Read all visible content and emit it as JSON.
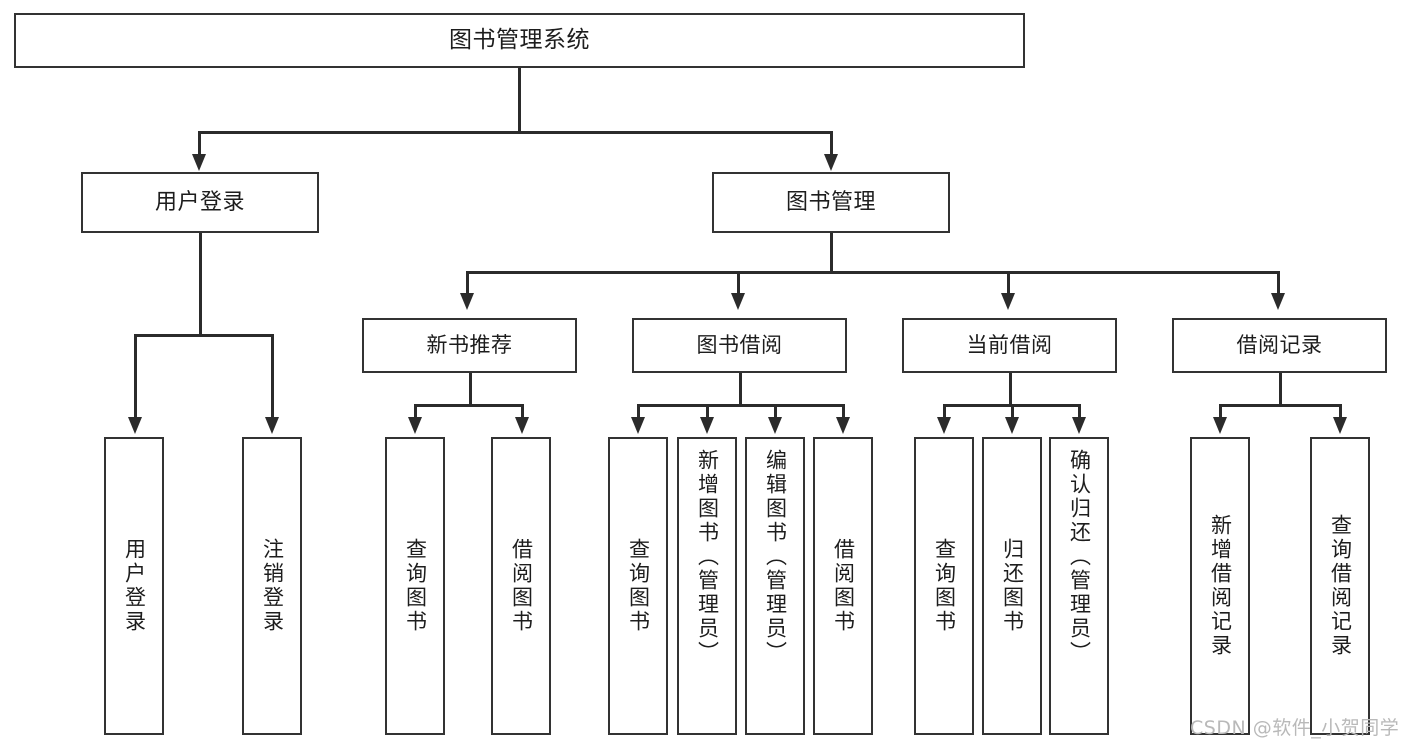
{
  "diagram": {
    "type": "tree-hierarchy",
    "root": {
      "label": "图书管理系统"
    },
    "level1": [
      {
        "label": "用户登录"
      },
      {
        "label": "图书管理"
      }
    ],
    "level2": [
      {
        "label": "新书推荐"
      },
      {
        "label": "图书借阅"
      },
      {
        "label": "当前借阅"
      },
      {
        "label": "借阅记录"
      }
    ],
    "leaves": {
      "user_login": [
        {
          "label": "用户登录"
        },
        {
          "label": "注销登录"
        }
      ],
      "new_book_recommend": [
        {
          "label": "查询图书"
        },
        {
          "label": "借阅图书"
        }
      ],
      "book_borrow": [
        {
          "label": "查询图书"
        },
        {
          "label": "新增图书（管理员）"
        },
        {
          "label": "编辑图书（管理员）"
        },
        {
          "label": "借阅图书"
        }
      ],
      "current_borrow": [
        {
          "label": "查询图书"
        },
        {
          "label": "归还图书"
        },
        {
          "label": "确认归还（管理员）"
        }
      ],
      "borrow_record": [
        {
          "label": "新增借阅记录"
        },
        {
          "label": "查询借阅记录"
        }
      ]
    }
  },
  "watermark": {
    "text": "CSDN @软件_小贺同学"
  },
  "colors": {
    "border": "#333333",
    "line": "#2b2b2b",
    "background": "#ffffff",
    "text": "#1d1d1d",
    "watermark": "#b9b9b9"
  }
}
